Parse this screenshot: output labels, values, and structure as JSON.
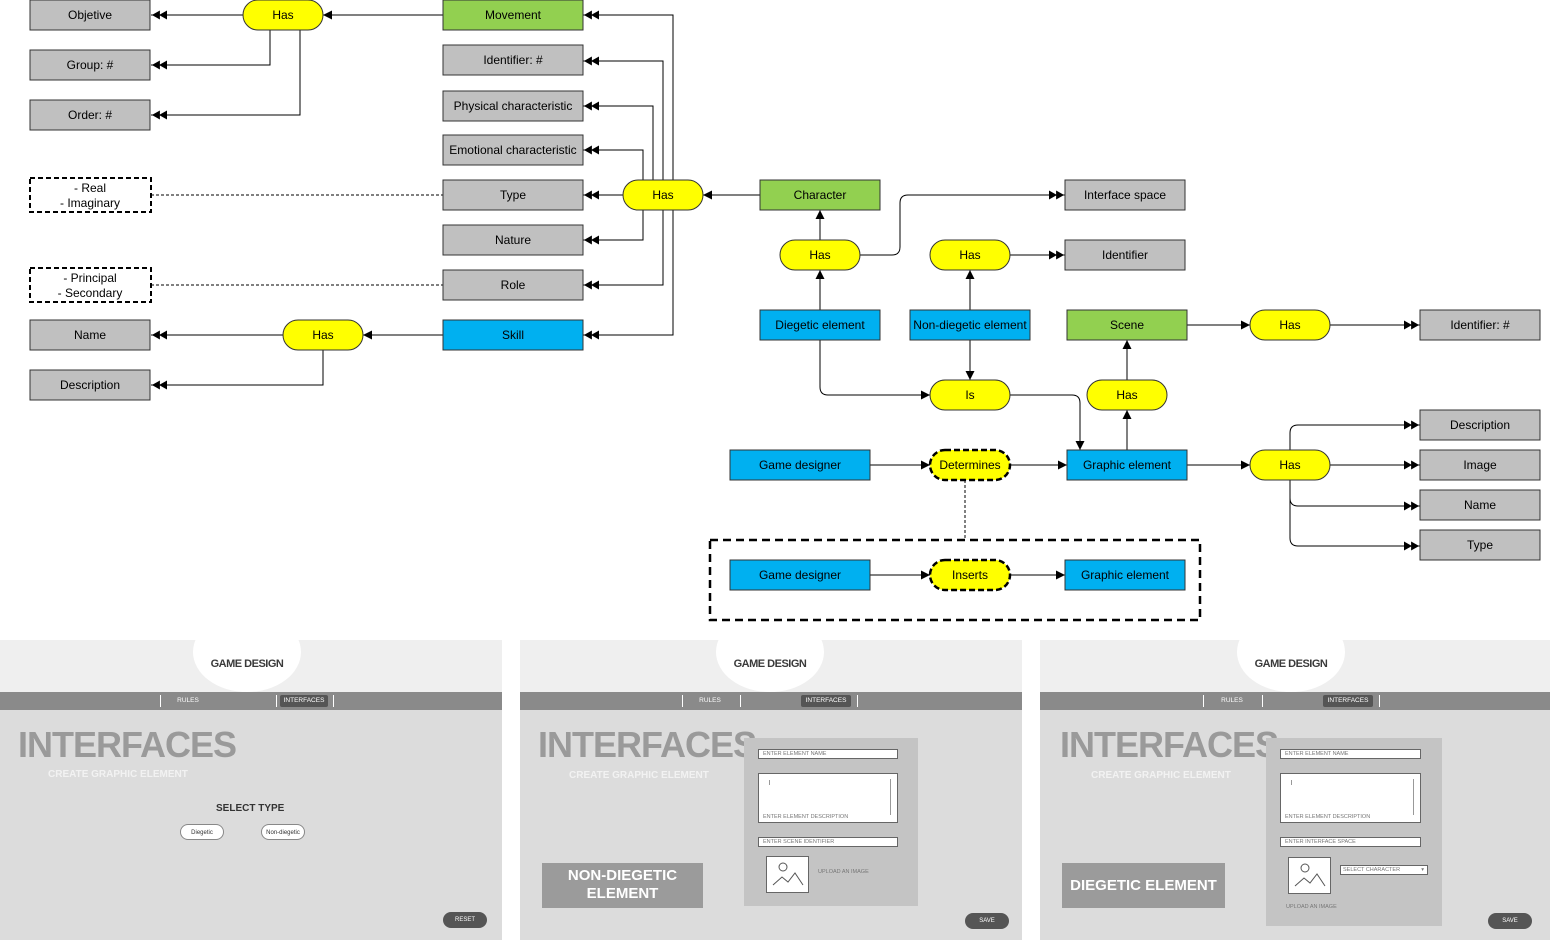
{
  "colors": {
    "yellow": "#ffff00",
    "green": "#92d050",
    "blue": "#00b0f0",
    "gray": "#c0c0c0",
    "white": "#ffffff"
  },
  "diagram": {
    "nodes": {
      "objetive": "Objetive",
      "group": "Group: #",
      "order": "Order: #",
      "real_imaginary": [
        "- Real",
        "- Imaginary"
      ],
      "principal_secondary": [
        "- Principal",
        "- Secondary"
      ],
      "name_left": "Name",
      "description_left": "Description",
      "has_top": "Has",
      "has_skill": "Has",
      "movement": "Movement",
      "identifier_char": "Identifier: #",
      "physical": "Physical characteristic",
      "emotional": "Emotional characteristic",
      "type_char": "Type",
      "nature": "Nature",
      "role": "Role",
      "skill": "Skill",
      "has_char": "Has",
      "character": "Character",
      "has_diegetic": "Has",
      "interface_space": "Interface space",
      "has_nondiegetic": "Has",
      "identifier": "Identifier",
      "diegetic_element": "Diegetic element",
      "nondiegetic_element": "Non-diegetic element",
      "is": "Is",
      "scene": "Scene",
      "has_scene": "Has",
      "identifier_scene": "Identifier: #",
      "has_graphic": "Has",
      "game_designer_1": "Game designer",
      "determines": "Determines",
      "graphic_element_1": "Graphic element",
      "has_graphic_props": "Has",
      "description_right": "Description",
      "image": "Image",
      "name_right": "Name",
      "type_right": "Type",
      "game_designer_2": "Game designer",
      "inserts": "Inserts",
      "graphic_element_2": "Graphic element"
    }
  },
  "screens": [
    {
      "logo": "GAME DESIGN",
      "tabs": [
        "RULES",
        "INTERFACES"
      ],
      "title": "INTERFACES",
      "subtitle": "CREATE GRAPHIC ELEMENT",
      "select_type": "SELECT TYPE",
      "options": [
        "Diegetic",
        "Non-diegetic"
      ],
      "button": "RESET"
    },
    {
      "logo": "GAME DESIGN",
      "tabs": [
        "RULES",
        "INTERFACES"
      ],
      "title": "INTERFACES",
      "subtitle": "CREATE GRAPHIC ELEMENT",
      "name_placeholder": "ENTER ELEMENT NAME",
      "description_placeholder": "ENTER ELEMENT DESCRIPTION",
      "scene_placeholder": "ENTER SCENE IDENTIFIER",
      "upload_label": "UPLOAD AN IMAGE",
      "badge_lines": [
        "NON-DIEGETIC",
        "ELEMENT"
      ],
      "button": "SAVE"
    },
    {
      "logo": "GAME DESIGN",
      "tabs": [
        "RULES",
        "INTERFACES"
      ],
      "title": "INTERFACES",
      "subtitle": "CREATE GRAPHIC ELEMENT",
      "name_placeholder": "ENTER ELEMENT NAME",
      "description_placeholder": "ENTER ELEMENT DESCRIPTION",
      "interface_placeholder": "ENTER INTERFACE SPACE",
      "select_character": "SELECT CHARACTER",
      "upload_label": "UPLOAD AN IMAGE",
      "badge": "DIEGETIC ELEMENT",
      "button": "SAVE"
    }
  ]
}
